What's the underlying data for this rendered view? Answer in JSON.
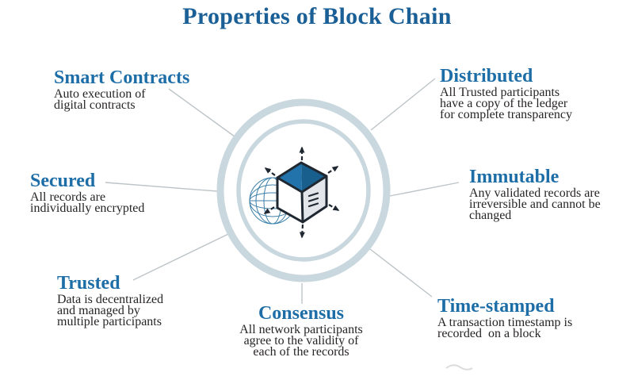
{
  "title": "Properties of Block Chain",
  "properties": [
    {
      "name": "Smart Contracts",
      "desc": "Auto execution of\ndigital contracts"
    },
    {
      "name": "Secured",
      "desc": "All records are\nindividually encrypted"
    },
    {
      "name": "Trusted",
      "desc": "Data is decentralized\nand managed by\nmultiple participants"
    },
    {
      "name": "Consensus",
      "desc": "All network participants\nagree to the validity of\neach of the records"
    },
    {
      "name": "Distributed",
      "desc": "All Trusted participants\nhave a copy of the ledger\nfor complete transparency"
    },
    {
      "name": "Immutable",
      "desc": "Any validated records are\nirreversible and cannot be\nchanged"
    },
    {
      "name": "Time-stamped",
      "desc": "A transaction timestamp is\nrecorded  on a block"
    }
  ],
  "icons": {
    "center": "blockchain-cube-globe-icon",
    "arrows": "direction-arrows-icon",
    "rings": "double-circle-rings"
  },
  "colors": {
    "title_text": "#1a5f96",
    "heading": "#1d6da7",
    "body_text": "#272425",
    "connector": "#bdc4c8",
    "ring": "#c9d7de",
    "globe": "#3d7fa8",
    "cube_outline": "#1f2731",
    "cube_top_left": "#2273ab",
    "cube_top_right": "#195f8d",
    "cube_right_face": "#e2e6ea"
  }
}
